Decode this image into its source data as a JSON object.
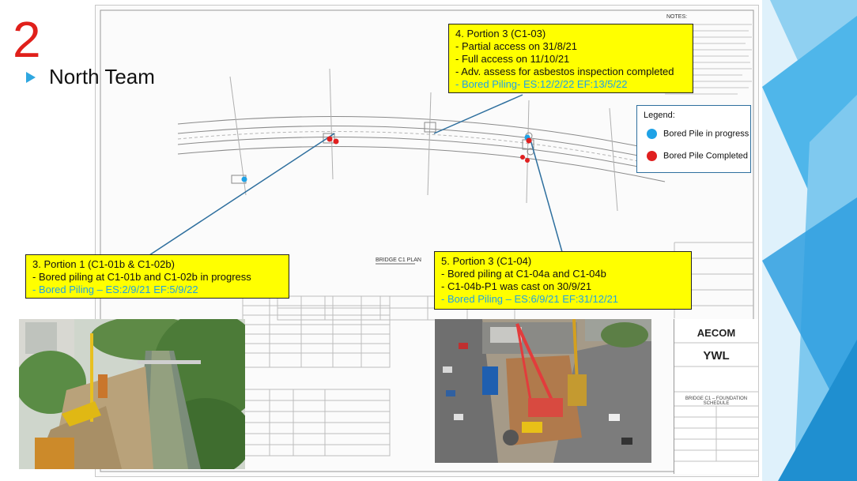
{
  "slide": {
    "number": "2",
    "title": "North Team"
  },
  "colors": {
    "callout_fill": "#ffff00",
    "highlight_text": "#1fa2e6",
    "bored_pile_in_progress": "#1fa2e6",
    "bored_pile_completed": "#e02020",
    "slide_number": "#e0201b",
    "leader_line": "#2e6f9e"
  },
  "callouts": {
    "portion3_c103": [
      "4. Portion 3 (C1-03)",
      "-   Partial access on 31/8/21",
      "-   Full access on 11/10/21",
      "-   Adv. assess for asbestos inspection completed",
      "-   Bored Piling- ES:12/2/22 EF:13/5/22"
    ],
    "portion1_c101b_c102b": [
      "3. Portion 1 (C1-01b & C1-02b)",
      "-   Bored piling at C1-01b and C1-02b in progress",
      "-   Bored Piling – ES:2/9/21 EF:5/9/22"
    ],
    "portion3_c104": [
      "5. Portion 3 (C1-04)",
      "-   Bored piling at C1-04a and C1-04b",
      "-   C1-04b-P1 was cast on 30/9/21",
      "-   Bored Piling – ES:6/9/21 EF:31/12/21"
    ]
  },
  "legend": {
    "title": "Legend:",
    "in_progress": "Bored Pile in progress",
    "completed": "Bored Pile Completed"
  },
  "drawing": {
    "notes_heading": "NOTES:",
    "plan_label": "BRIDGE C1 PLAN",
    "title_block": {
      "company1": "AECOM",
      "company2": "YWL",
      "sheet": "BRIDGE C1 – FOUNDATION SCHEDULE"
    }
  },
  "icons": [
    "arrow-bullet-icon",
    "bored-pile-in-progress-dot-icon",
    "bored-pile-completed-dot-icon"
  ]
}
